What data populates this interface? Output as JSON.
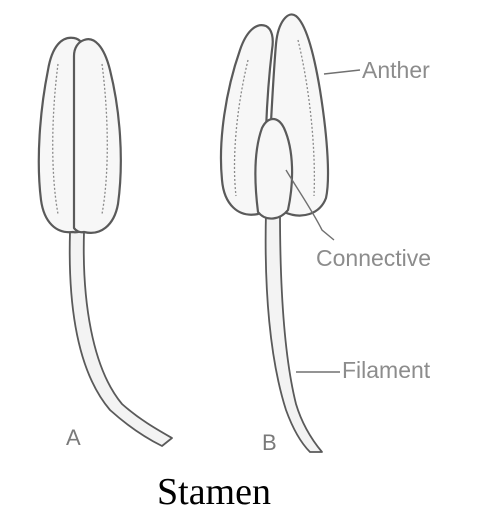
{
  "figure": {
    "caption": "Stamen",
    "panels": [
      {
        "id": "A",
        "label": "A"
      },
      {
        "id": "B",
        "label": "B"
      }
    ],
    "labels": {
      "anther": "Anther",
      "connective": "Connective",
      "filament": "Filament"
    },
    "colors": {
      "outline": "#5a5a5a",
      "label_text": "#8c8c8c",
      "caption_text": "#000000",
      "background": "#ffffff"
    }
  }
}
